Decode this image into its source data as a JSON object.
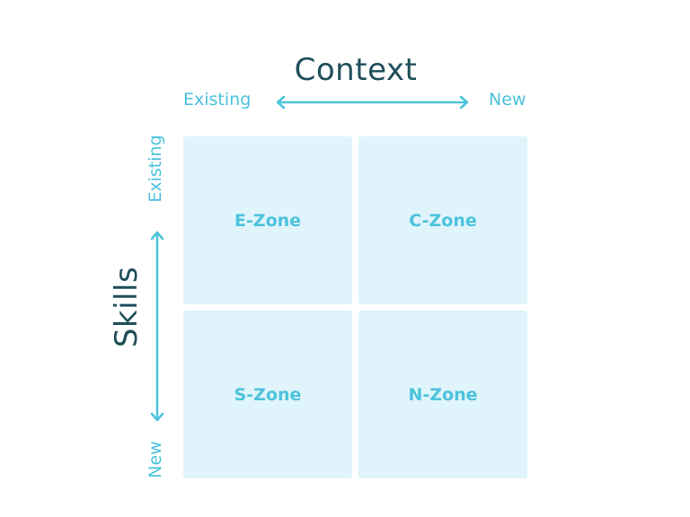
{
  "x_axis": {
    "title": "Context",
    "start_label": "Existing",
    "end_label": "New"
  },
  "y_axis": {
    "title": "Skills",
    "start_label": "Existing",
    "end_label": "New"
  },
  "quadrants": {
    "top_left": "E-Zone",
    "top_right": "C-Zone",
    "bottom_left": "S-Zone",
    "bottom_right": "N-Zone"
  },
  "colors": {
    "title": "#1f4f5a",
    "accent": "#4cc3dc",
    "quadrant_fill": "#dff4fb"
  },
  "icons": {
    "x_arrow": "double-headed-horizontal-arrow",
    "y_arrow": "double-headed-vertical-arrow"
  }
}
